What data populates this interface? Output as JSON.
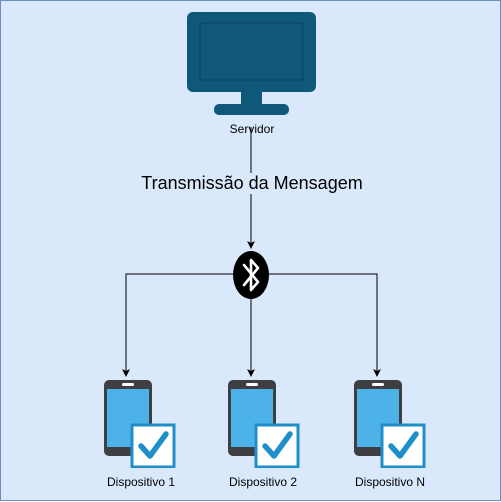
{
  "diagram": {
    "server": {
      "label": "Servidor",
      "icon": "monitor-icon"
    },
    "edge_label": "Transmissão da Mensagem",
    "hub": {
      "icon": "bluetooth-icon"
    },
    "devices": [
      {
        "label": "Dispositivo 1",
        "icon": "smartphone-icon",
        "badge": "checkbox-checked-icon"
      },
      {
        "label": "Dispositivo 2",
        "icon": "smartphone-icon",
        "badge": "checkbox-checked-icon"
      },
      {
        "label": "Dispositivo N",
        "icon": "smartphone-icon",
        "badge": "checkbox-checked-icon"
      }
    ]
  },
  "colors": {
    "background": "#dae8fc",
    "border": "#6c8ebf",
    "monitor": "#10587a",
    "phone_body": "#3d3f42",
    "phone_screen": "#4db2e7",
    "check": "#1f8fc9"
  }
}
